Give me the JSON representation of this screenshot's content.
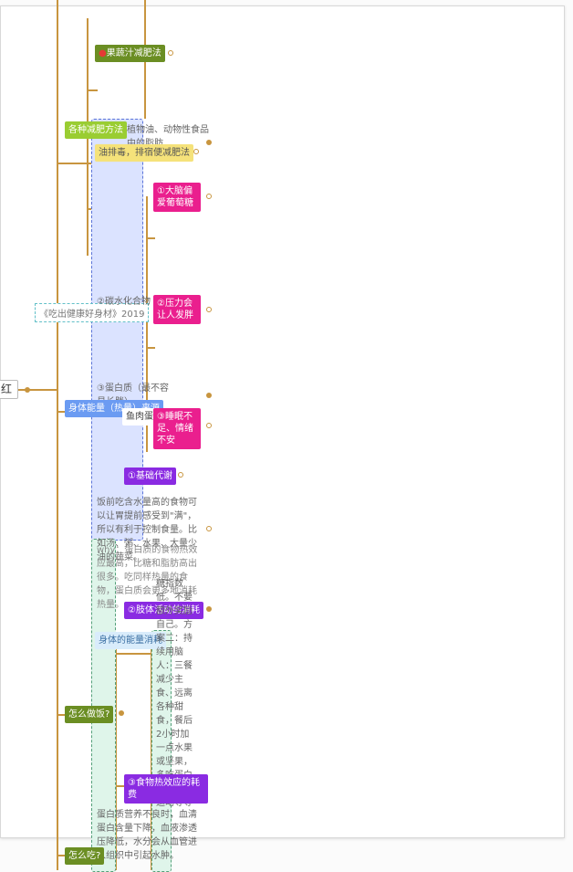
{
  "colors": {
    "branch": "#c8953f",
    "magenta": "#ea1f8e",
    "purple": "#8a2be2",
    "olive": "#6b8e23",
    "lime": "#9acd32",
    "blue": "#6b9bf2"
  },
  "root": {
    "label": "红"
  },
  "nodes": {
    "fruit_veg_juice": {
      "label": "果蔬汁减肥法",
      "icon": "apple-icon"
    },
    "weight_methods": {
      "label": "各种减肥方法"
    },
    "fat_sources": {
      "label": "植物油、动物性食品中的脂肪"
    },
    "toxin_method": {
      "label": "油排毒，排宿便减肥法"
    },
    "brain_glucose": {
      "label": "①大脑偏爱葡萄糖"
    },
    "book_ref": {
      "label": "《吃出健康好身材》2019"
    },
    "carbs": {
      "label": "②碳水化合物"
    },
    "stress": {
      "label": "②压力会让人发胖"
    },
    "protein": {
      "label": "③蛋白质（最不容易长胖）"
    },
    "body_energy": {
      "label": "身体能量（热量）来源"
    },
    "meat_fish_egg": {
      "label": "鱼肉蛋"
    },
    "sleep": {
      "label": "③睡眠不足、情绪不安"
    },
    "basal": {
      "label": "①基础代谢"
    },
    "water_food": {
      "label": "饭前吃含水量高的食物可以让胃提前感受到\"满\"，所以有利于控制食量。比如汤、粥、水果、大量少油的蔬菜。"
    },
    "overlap_note": {
      "label": "why：蛋白质的食物热效应最高，比糖和脂肪高出很多。吃同样热量的食物，蛋白质会更多地消耗热量。"
    },
    "activity": {
      "label": "②肢体活动的消耗"
    },
    "energy_cost": {
      "label": "身体的能量消耗"
    },
    "plan": {
      "label": "糖指数低。不要额外奖励自己。方案二：持续用脑人：三餐减少主食、远离各种甜食，餐后2小时加一点水果或坚果，多吃蛋白质，多做运动等等"
    },
    "how_cook": {
      "label": "怎么做饭?"
    },
    "thermic": {
      "label": "③食物热效应的耗费"
    },
    "protein_low": {
      "label": "蛋白质营养不良时，血清蛋白含量下降，血液渗透压降低，水分会从血管进入组织中引起水肿。"
    },
    "how_eat": {
      "label": "怎么吃?"
    }
  }
}
